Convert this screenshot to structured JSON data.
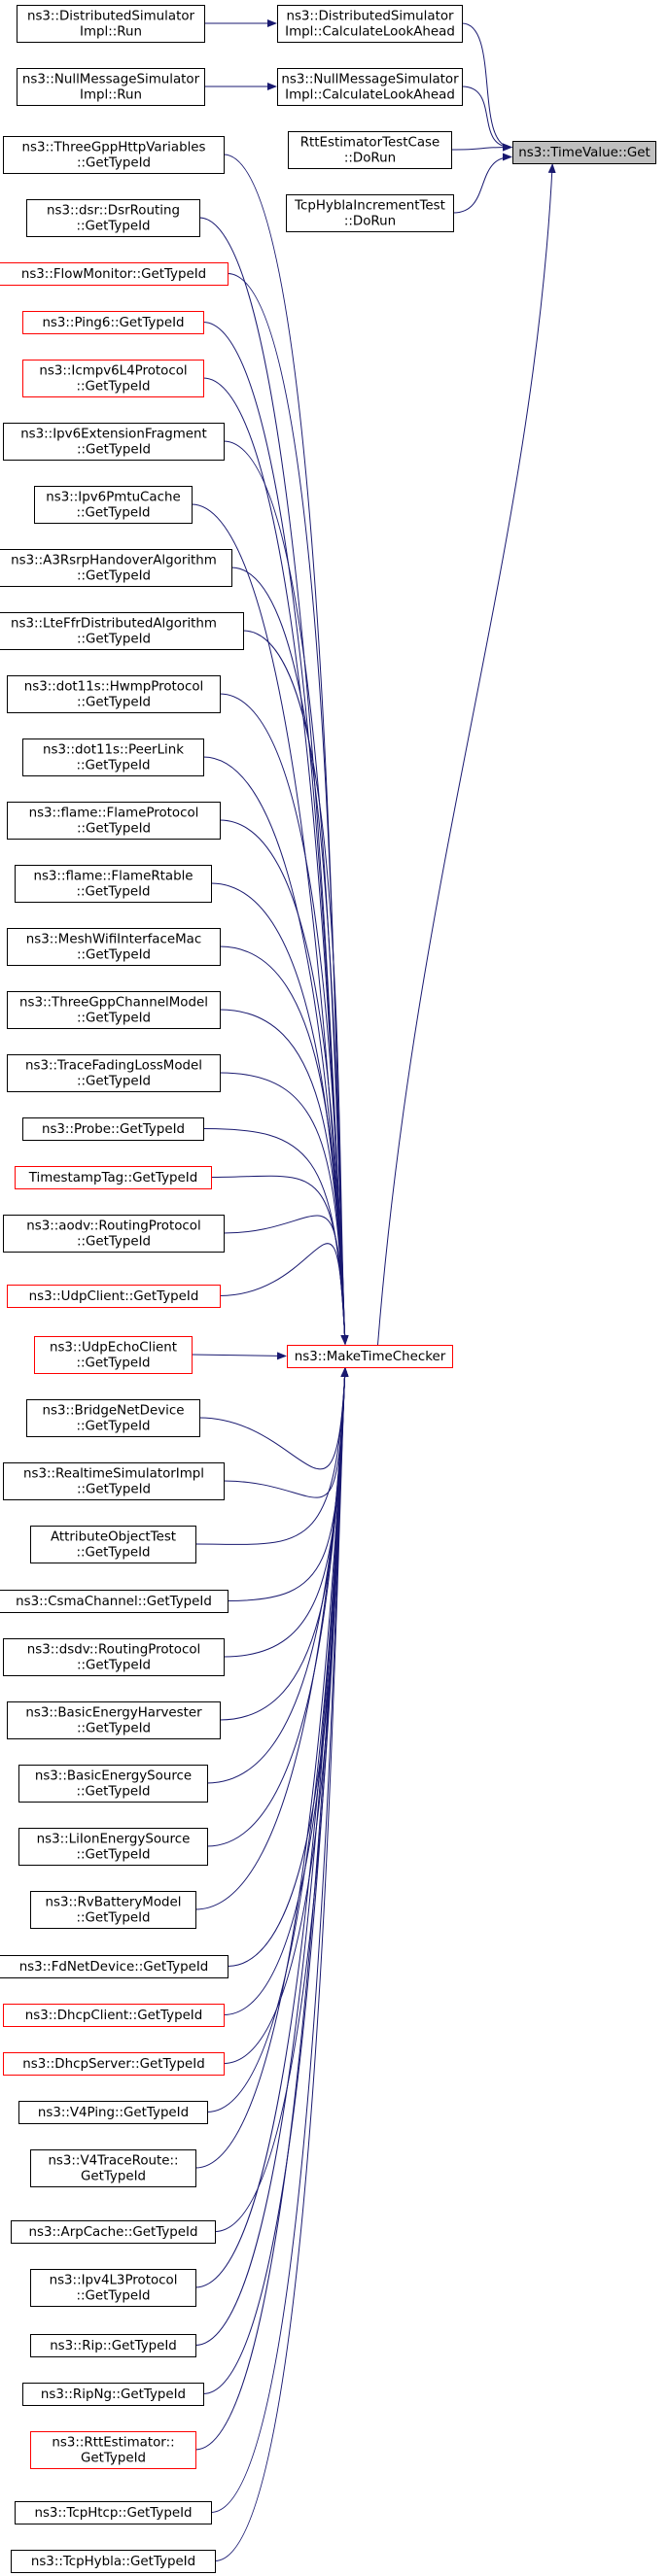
{
  "colors": {
    "edge": "#191970",
    "box_default": "#000000",
    "box_red": "#ff0000",
    "target_fill": "#bfbfbf",
    "text": "#000000"
  },
  "nodes": {
    "target": {
      "lines": [
        "ns3::TimeValue::Get"
      ],
      "style": "target"
    },
    "dist_calc": {
      "lines": [
        "ns3::DistributedSimulator",
        "Impl::CalculateLookAhead"
      ],
      "style": "normal"
    },
    "null_calc": {
      "lines": [
        "ns3::NullMessageSimulator",
        "Impl::CalculateLookAhead"
      ],
      "style": "normal"
    },
    "rtt_test": {
      "lines": [
        "RttEstimatorTestCase",
        "::DoRun"
      ],
      "style": "normal"
    },
    "tcp_test": {
      "lines": [
        "TcpHyblaIncrementTest",
        "::DoRun"
      ],
      "style": "normal"
    },
    "dist_run": {
      "lines": [
        "ns3::DistributedSimulator",
        "Impl::Run"
      ],
      "style": "normal"
    },
    "null_run": {
      "lines": [
        "ns3::NullMessageSimulator",
        "Impl::Run"
      ],
      "style": "normal"
    },
    "make": {
      "lines": [
        "ns3::MakeTimeChecker"
      ],
      "style": "red"
    },
    "n01": {
      "lines": [
        "ns3::ThreeGppHttpVariables",
        "::GetTypeId"
      ],
      "style": "normal"
    },
    "n02": {
      "lines": [
        "ns3::dsr::DsrRouting",
        "::GetTypeId"
      ],
      "style": "normal"
    },
    "n03": {
      "lines": [
        "ns3::FlowMonitor::GetTypeId"
      ],
      "style": "red"
    },
    "n04": {
      "lines": [
        "ns3::Ping6::GetTypeId"
      ],
      "style": "red"
    },
    "n05": {
      "lines": [
        "ns3::Icmpv6L4Protocol",
        "::GetTypeId"
      ],
      "style": "red"
    },
    "n06": {
      "lines": [
        "ns3::Ipv6ExtensionFragment",
        "::GetTypeId"
      ],
      "style": "normal"
    },
    "n07": {
      "lines": [
        "ns3::Ipv6PmtuCache",
        "::GetTypeId"
      ],
      "style": "normal"
    },
    "n08": {
      "lines": [
        "ns3::A3RsrpHandoverAlgorithm",
        "::GetTypeId"
      ],
      "style": "normal"
    },
    "n09": {
      "lines": [
        "ns3::LteFfrDistributedAlgorithm",
        "::GetTypeId"
      ],
      "style": "normal"
    },
    "n10": {
      "lines": [
        "ns3::dot11s::HwmpProtocol",
        "::GetTypeId"
      ],
      "style": "normal"
    },
    "n11": {
      "lines": [
        "ns3::dot11s::PeerLink",
        "::GetTypeId"
      ],
      "style": "normal"
    },
    "n12": {
      "lines": [
        "ns3::flame::FlameProtocol",
        "::GetTypeId"
      ],
      "style": "normal"
    },
    "n13": {
      "lines": [
        "ns3::flame::FlameRtable",
        "::GetTypeId"
      ],
      "style": "normal"
    },
    "n14": {
      "lines": [
        "ns3::MeshWifiInterfaceMac",
        "::GetTypeId"
      ],
      "style": "normal"
    },
    "n15": {
      "lines": [
        "ns3::ThreeGppChannelModel",
        "::GetTypeId"
      ],
      "style": "normal"
    },
    "n16": {
      "lines": [
        "ns3::TraceFadingLossModel",
        "::GetTypeId"
      ],
      "style": "normal"
    },
    "n17": {
      "lines": [
        "ns3::Probe::GetTypeId"
      ],
      "style": "normal"
    },
    "n18": {
      "lines": [
        "TimestampTag::GetTypeId"
      ],
      "style": "red"
    },
    "n19": {
      "lines": [
        "ns3::aodv::RoutingProtocol",
        "::GetTypeId"
      ],
      "style": "normal"
    },
    "n20": {
      "lines": [
        "ns3::UdpClient::GetTypeId"
      ],
      "style": "red"
    },
    "n21": {
      "lines": [
        "ns3::UdpEchoClient",
        "::GetTypeId"
      ],
      "style": "red"
    },
    "n22": {
      "lines": [
        "ns3::BridgeNetDevice",
        "::GetTypeId"
      ],
      "style": "normal"
    },
    "n23": {
      "lines": [
        "ns3::RealtimeSimulatorImpl",
        "::GetTypeId"
      ],
      "style": "normal"
    },
    "n24": {
      "lines": [
        "AttributeObjectTest",
        "::GetTypeId"
      ],
      "style": "normal"
    },
    "n25": {
      "lines": [
        "ns3::CsmaChannel::GetTypeId"
      ],
      "style": "normal"
    },
    "n26": {
      "lines": [
        "ns3::dsdv::RoutingProtocol",
        "::GetTypeId"
      ],
      "style": "normal"
    },
    "n27": {
      "lines": [
        "ns3::BasicEnergyHarvester",
        "::GetTypeId"
      ],
      "style": "normal"
    },
    "n28": {
      "lines": [
        "ns3::BasicEnergySource",
        "::GetTypeId"
      ],
      "style": "normal"
    },
    "n29": {
      "lines": [
        "ns3::LiIonEnergySource",
        "::GetTypeId"
      ],
      "style": "normal"
    },
    "n30": {
      "lines": [
        "ns3::RvBatteryModel",
        "::GetTypeId"
      ],
      "style": "normal"
    },
    "n31": {
      "lines": [
        "ns3::FdNetDevice::GetTypeId"
      ],
      "style": "normal"
    },
    "n32": {
      "lines": [
        "ns3::DhcpClient::GetTypeId"
      ],
      "style": "red"
    },
    "n33": {
      "lines": [
        "ns3::DhcpServer::GetTypeId"
      ],
      "style": "red"
    },
    "n34": {
      "lines": [
        "ns3::V4Ping::GetTypeId"
      ],
      "style": "normal"
    },
    "n35": {
      "lines": [
        "ns3::V4TraceRoute::",
        "GetTypeId"
      ],
      "style": "normal"
    },
    "n36": {
      "lines": [
        "ns3::ArpCache::GetTypeId"
      ],
      "style": "normal"
    },
    "n37": {
      "lines": [
        "ns3::Ipv4L3Protocol",
        "::GetTypeId"
      ],
      "style": "normal"
    },
    "n38": {
      "lines": [
        "ns3::Rip::GetTypeId"
      ],
      "style": "normal"
    },
    "n39": {
      "lines": [
        "ns3::RipNg::GetTypeId"
      ],
      "style": "normal"
    },
    "n40": {
      "lines": [
        "ns3::RttEstimator::",
        "GetTypeId"
      ],
      "style": "red"
    },
    "n41": {
      "lines": [
        "ns3::TcpHtcp::GetTypeId"
      ],
      "style": "normal"
    },
    "n42": {
      "lines": [
        "ns3::TcpHybla::GetTypeId"
      ],
      "style": "normal"
    }
  },
  "edges": [
    [
      "dist_run",
      "dist_calc"
    ],
    [
      "null_run",
      "null_calc"
    ],
    [
      "dist_calc",
      "target"
    ],
    [
      "null_calc",
      "target"
    ],
    [
      "rtt_test",
      "target"
    ],
    [
      "tcp_test",
      "target"
    ],
    [
      "make",
      "target"
    ],
    [
      "n01",
      "make"
    ],
    [
      "n02",
      "make"
    ],
    [
      "n03",
      "make"
    ],
    [
      "n04",
      "make"
    ],
    [
      "n05",
      "make"
    ],
    [
      "n06",
      "make"
    ],
    [
      "n07",
      "make"
    ],
    [
      "n08",
      "make"
    ],
    [
      "n09",
      "make"
    ],
    [
      "n10",
      "make"
    ],
    [
      "n11",
      "make"
    ],
    [
      "n12",
      "make"
    ],
    [
      "n13",
      "make"
    ],
    [
      "n14",
      "make"
    ],
    [
      "n15",
      "make"
    ],
    [
      "n16",
      "make"
    ],
    [
      "n17",
      "make"
    ],
    [
      "n18",
      "make"
    ],
    [
      "n19",
      "make"
    ],
    [
      "n20",
      "make"
    ],
    [
      "n21",
      "make"
    ],
    [
      "n22",
      "make"
    ],
    [
      "n23",
      "make"
    ],
    [
      "n24",
      "make"
    ],
    [
      "n25",
      "make"
    ],
    [
      "n26",
      "make"
    ],
    [
      "n27",
      "make"
    ],
    [
      "n28",
      "make"
    ],
    [
      "n29",
      "make"
    ],
    [
      "n30",
      "make"
    ],
    [
      "n31",
      "make"
    ],
    [
      "n32",
      "make"
    ],
    [
      "n33",
      "make"
    ],
    [
      "n34",
      "make"
    ],
    [
      "n35",
      "make"
    ],
    [
      "n36",
      "make"
    ],
    [
      "n37",
      "make"
    ],
    [
      "n38",
      "make"
    ],
    [
      "n39",
      "make"
    ],
    [
      "n40",
      "make"
    ],
    [
      "n41",
      "make"
    ],
    [
      "n42",
      "make"
    ]
  ]
}
